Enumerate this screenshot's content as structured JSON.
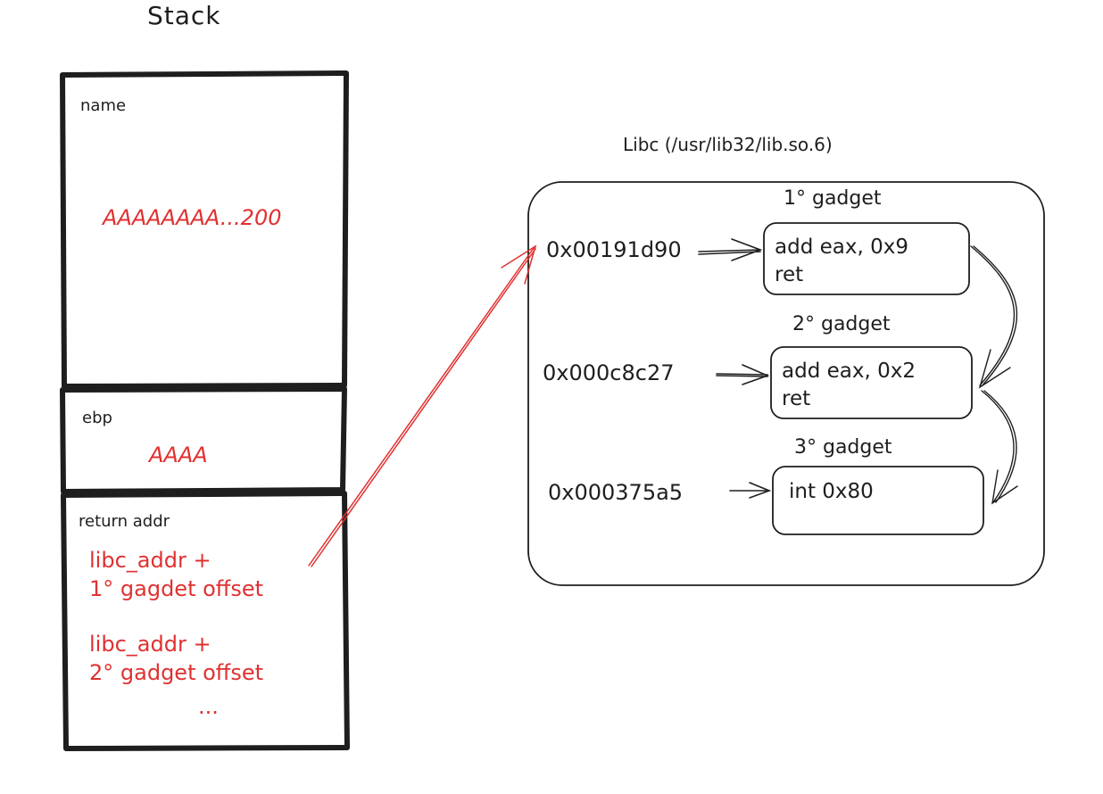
{
  "colors": {
    "stroke": "#1e1e1e",
    "accent": "#e03131",
    "background": "#ffffff"
  },
  "stack": {
    "title": "Stack",
    "slots": [
      {
        "label": "name",
        "value": "AAAAAAAA...200"
      },
      {
        "label": "ebp",
        "value": "AAAA"
      },
      {
        "label": "return addr",
        "entries": [
          {
            "line1": "libc_addr +",
            "line2": "1° gagdet offset"
          },
          {
            "line1": "libc_addr +",
            "line2": "2° gadget offset"
          }
        ],
        "ellipsis": "..."
      }
    ]
  },
  "libc": {
    "title": "Libc (/usr/lib32/lib.so.6)",
    "gadgets": [
      {
        "title": "1° gadget",
        "address": "0x00191d90",
        "instructions": [
          "add eax, 0x9",
          "ret"
        ]
      },
      {
        "title": "2° gadget",
        "address": "0x000c8c27",
        "instructions": [
          "add eax, 0x2",
          "ret"
        ]
      },
      {
        "title": "3° gadget",
        "address": "0x000375a5",
        "instructions": [
          "int 0x80"
        ]
      }
    ]
  }
}
